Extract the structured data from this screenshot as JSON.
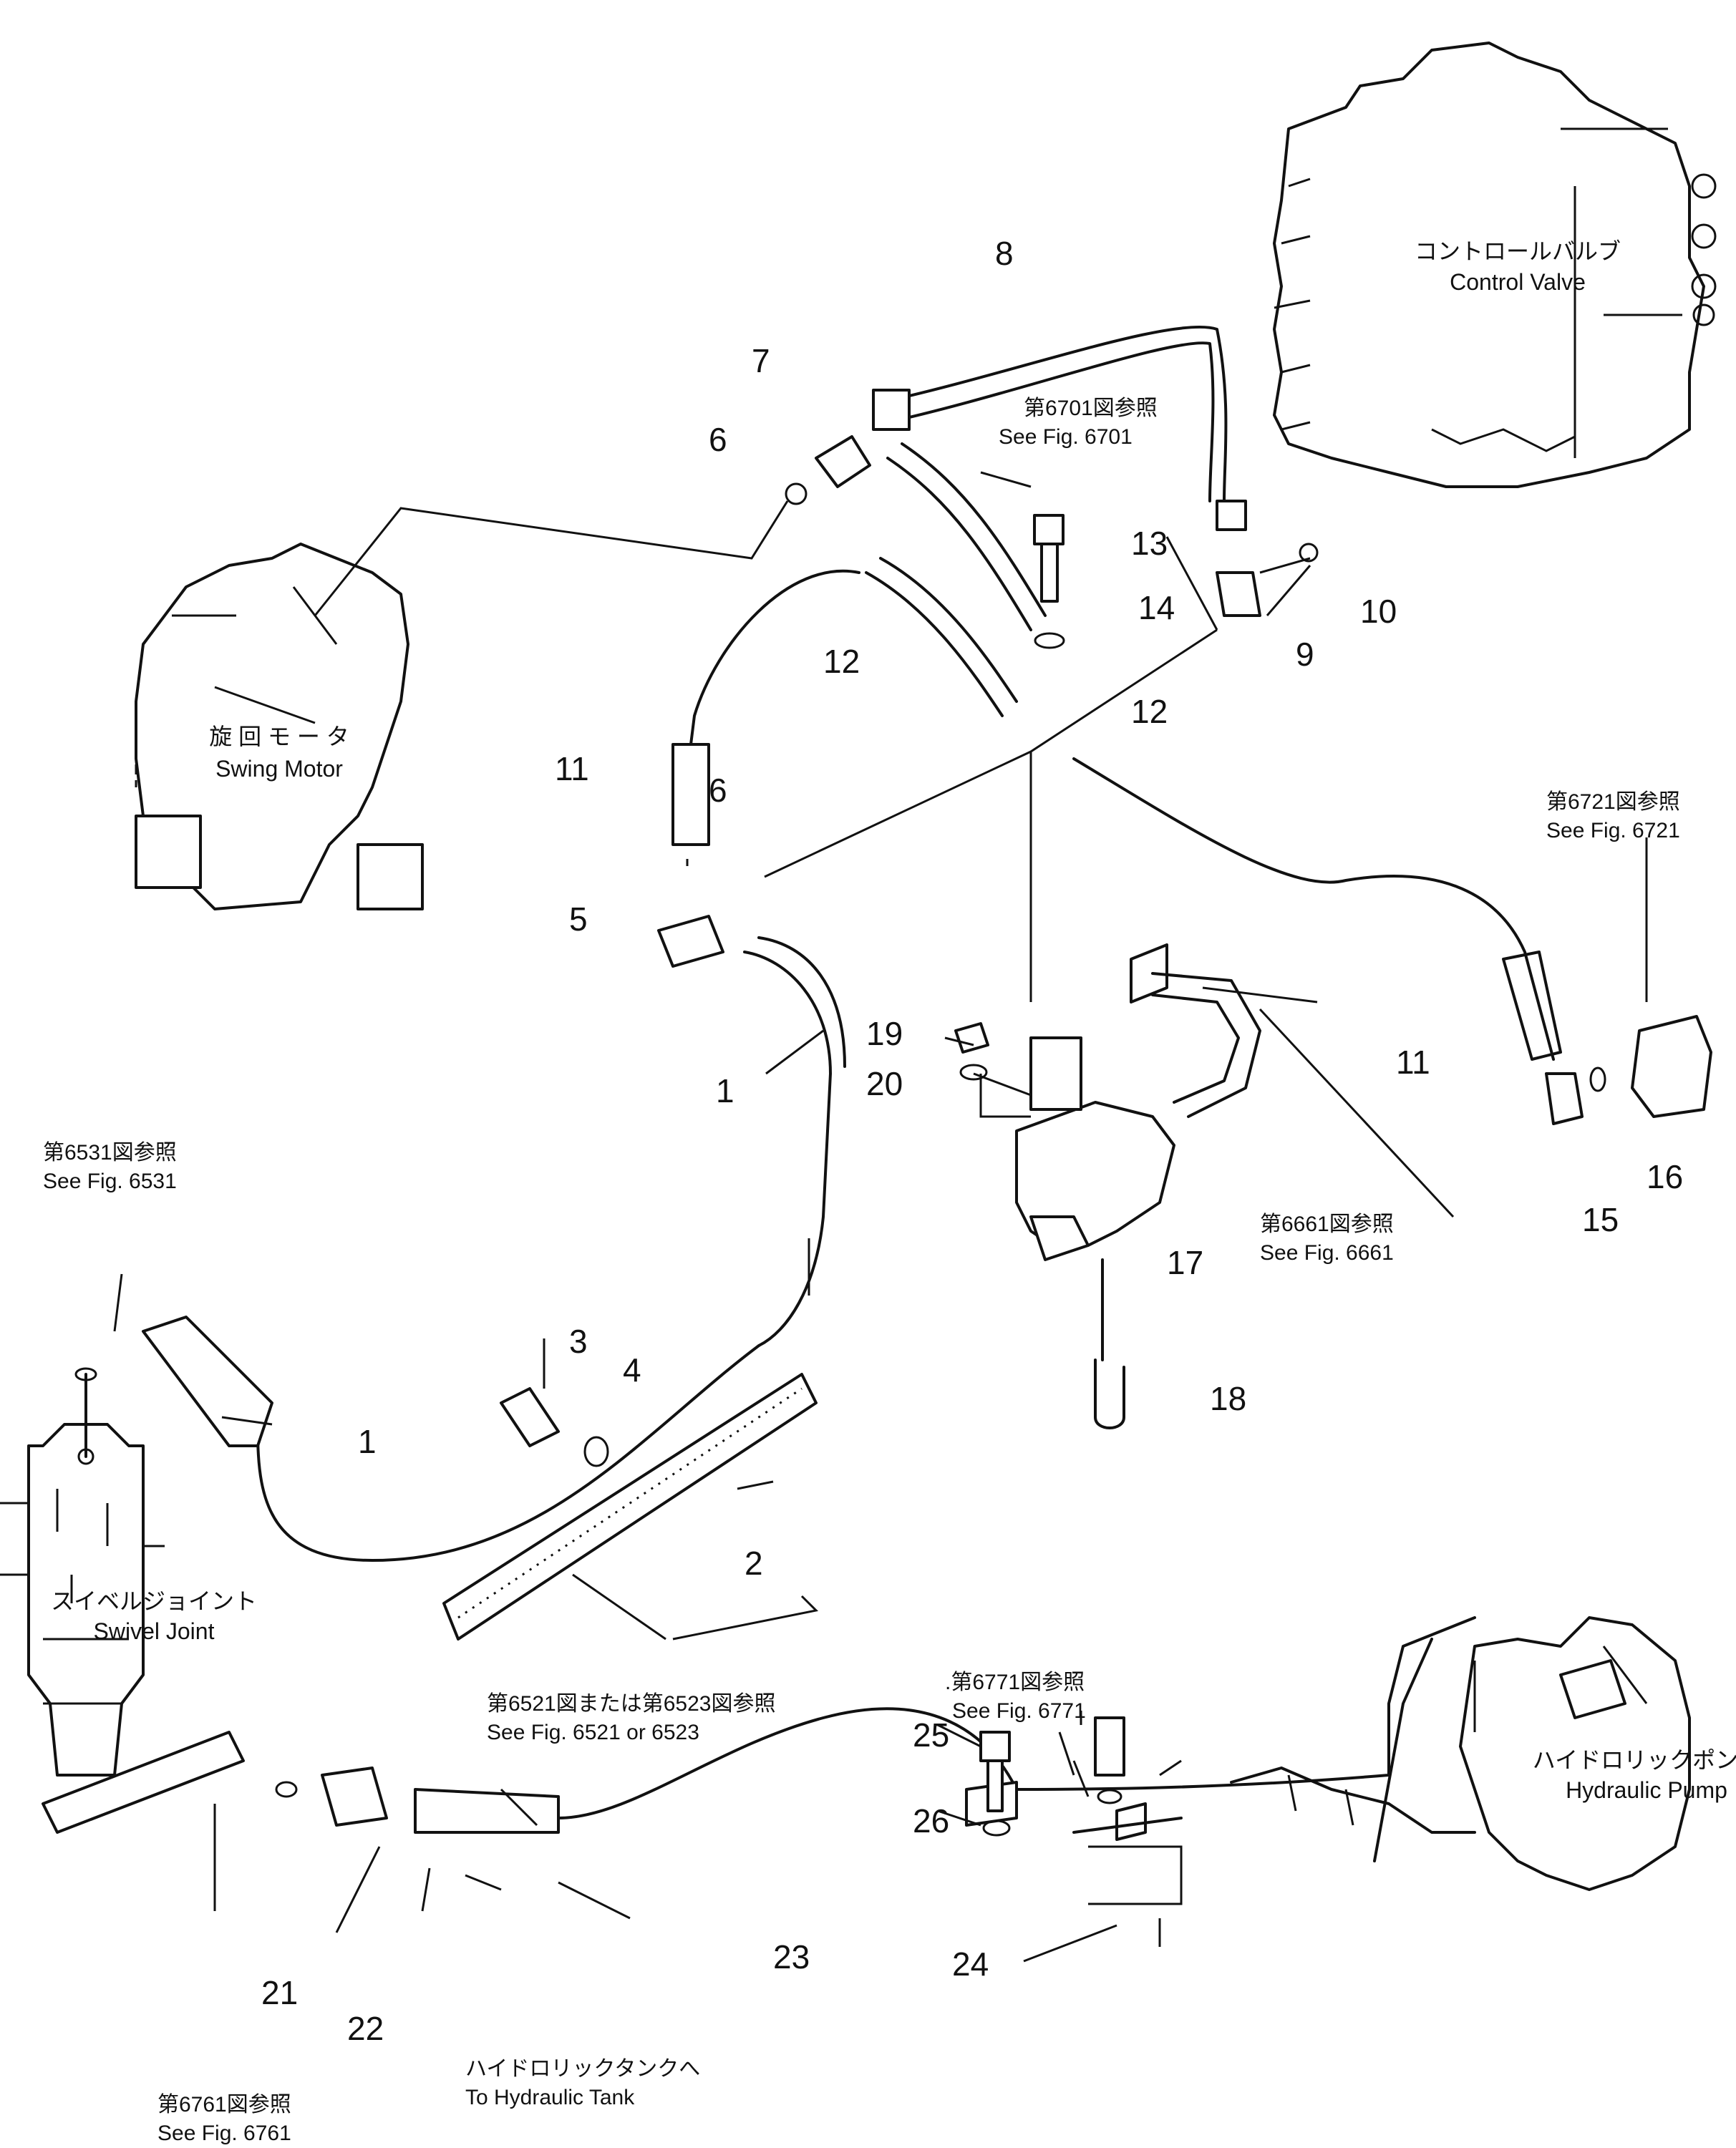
{
  "components": {
    "control_valve": {
      "jp": "コントロールバルブ",
      "en": "Control Valve"
    },
    "swing_motor": {
      "jp": "旋 回 モ ー タ",
      "en": "Swing Motor"
    },
    "swivel_joint": {
      "jp": "スイベルジョイント",
      "en": "Swivel Joint"
    },
    "hydraulic_pump": {
      "jp": "ハイドロリックポンプ",
      "en": "Hydraulic Pump"
    },
    "hydraulic_tank": {
      "jp": "ハイドロリックタンクへ",
      "en": "To Hydraulic Tank"
    }
  },
  "references": {
    "fig6701": {
      "jp": "第6701図参照",
      "en": "See Fig. 6701"
    },
    "fig6721": {
      "jp": "第6721図参照",
      "en": "See Fig. 6721"
    },
    "fig6531": {
      "jp": "第6531図参照",
      "en": "See Fig. 6531"
    },
    "fig6661": {
      "jp": "第6661図参照",
      "en": "See Fig. 6661"
    },
    "fig6521": {
      "jp": "第6521図または第6523図参照",
      "en": "See Fig. 6521 or 6523"
    },
    "fig6771": {
      "jp": ".第6771図参照",
      "en": "See Fig. 6771"
    },
    "fig6761": {
      "jp": "第6761図参照",
      "en": "See Fig. 6761"
    }
  },
  "part_numbers": {
    "p1a": "1",
    "p1b": "1",
    "p2": "2",
    "p3": "3",
    "p4": "4",
    "p5": "5",
    "p6a": "6",
    "p6b": "6",
    "p7": "7",
    "p8": "8",
    "p9": "9",
    "p10": "10",
    "p11a": "11",
    "p11b": "11",
    "p12a": "12",
    "p12b": "12",
    "p13": "13",
    "p14": "14",
    "p15": "15",
    "p16": "16",
    "p17": "17",
    "p18": "18",
    "p19": "19",
    "p20": "20",
    "p21": "21",
    "p22": "22",
    "p23": "23",
    "p24": "24",
    "p25": "25",
    "p26": "26"
  }
}
